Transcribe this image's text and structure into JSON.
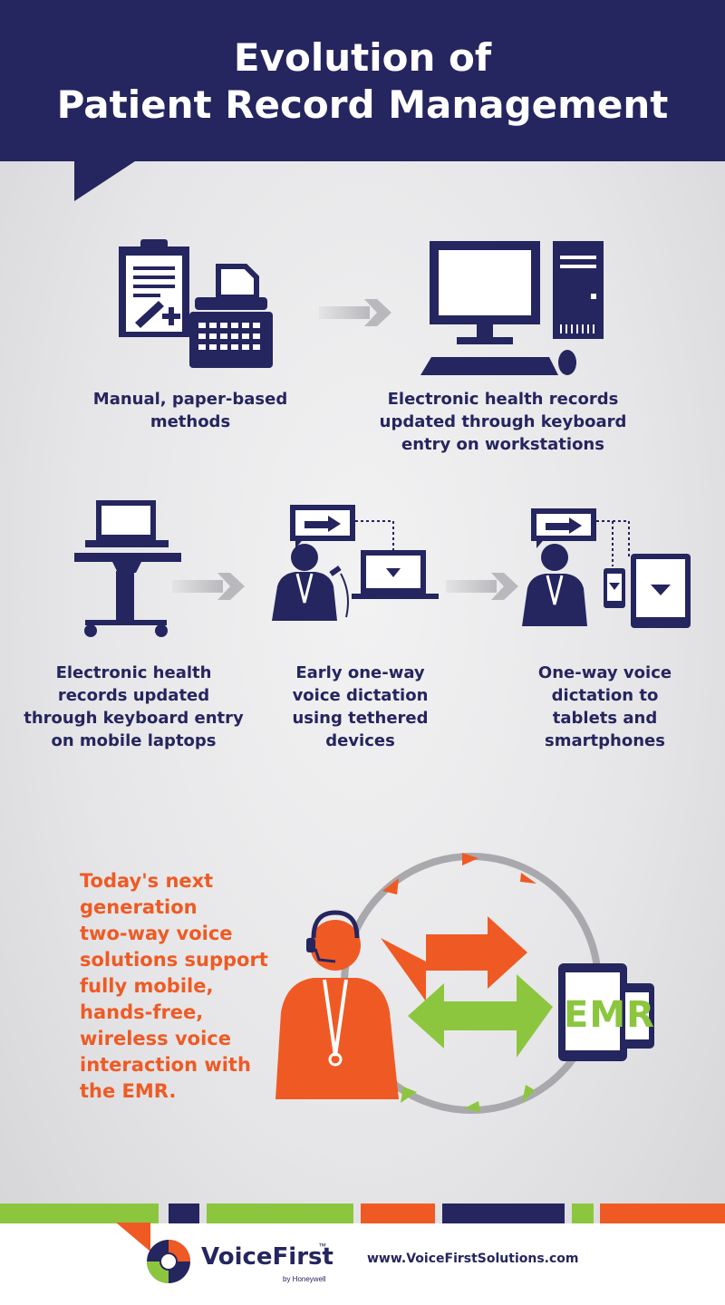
{
  "title": {
    "line1": "Evolution of",
    "line2": "Patient Record Management"
  },
  "stages": [
    {
      "caption": "Manual, paper-based methods",
      "line1": "Manual, paper-based",
      "line2": "methods"
    },
    {
      "caption": "Electronic health records updated through keyboard entry on workstations",
      "line1": "Electronic health records",
      "line2": "updated through keyboard",
      "line3": "entry on workstations"
    },
    {
      "caption": "Electronic health records updated through keyboard entry on mobile laptops",
      "line1": "Electronic health",
      "line2": "records updated",
      "line3": "through keyboard entry",
      "line4": "on mobile laptops"
    },
    {
      "caption": "Early one-way voice dictation using tethered devices",
      "line1": "Early one-way",
      "line2": "voice dictation",
      "line3": "using tethered",
      "line4": "devices"
    },
    {
      "caption": "One-way voice dictation to tablets and smartphones",
      "line1": "One-way voice",
      "line2": "dictation to",
      "line3": "tablets and",
      "line4": "smartphones"
    }
  ],
  "today": {
    "lines": [
      "Today's next",
      "generation",
      "two-way voice",
      "solutions support",
      "fully mobile,",
      "hands-free,",
      "wireless voice",
      "interaction with",
      "the EMR."
    ]
  },
  "emr_label": "EMR",
  "footer": {
    "brand": "VoiceFirst",
    "trademark": "™",
    "brand_sub": "by Honeywell",
    "url": "www.VoiceFirstSolutions.com"
  },
  "colors": {
    "navy": "#25255f",
    "orange": "#ef5a24",
    "green": "#8cc63f",
    "gray_arrow": "#b9b9bd",
    "circle_gray": "#a9a9ad"
  },
  "icons": [
    "clipboard-icon",
    "typewriter-icon",
    "desktop-computer-icon",
    "laptop-cart-icon",
    "doctor-microphone-icon",
    "doctor-tablet-phone-icon",
    "headset-doctor-icon",
    "emr-device-icon",
    "voicefirst-logo-icon"
  ]
}
